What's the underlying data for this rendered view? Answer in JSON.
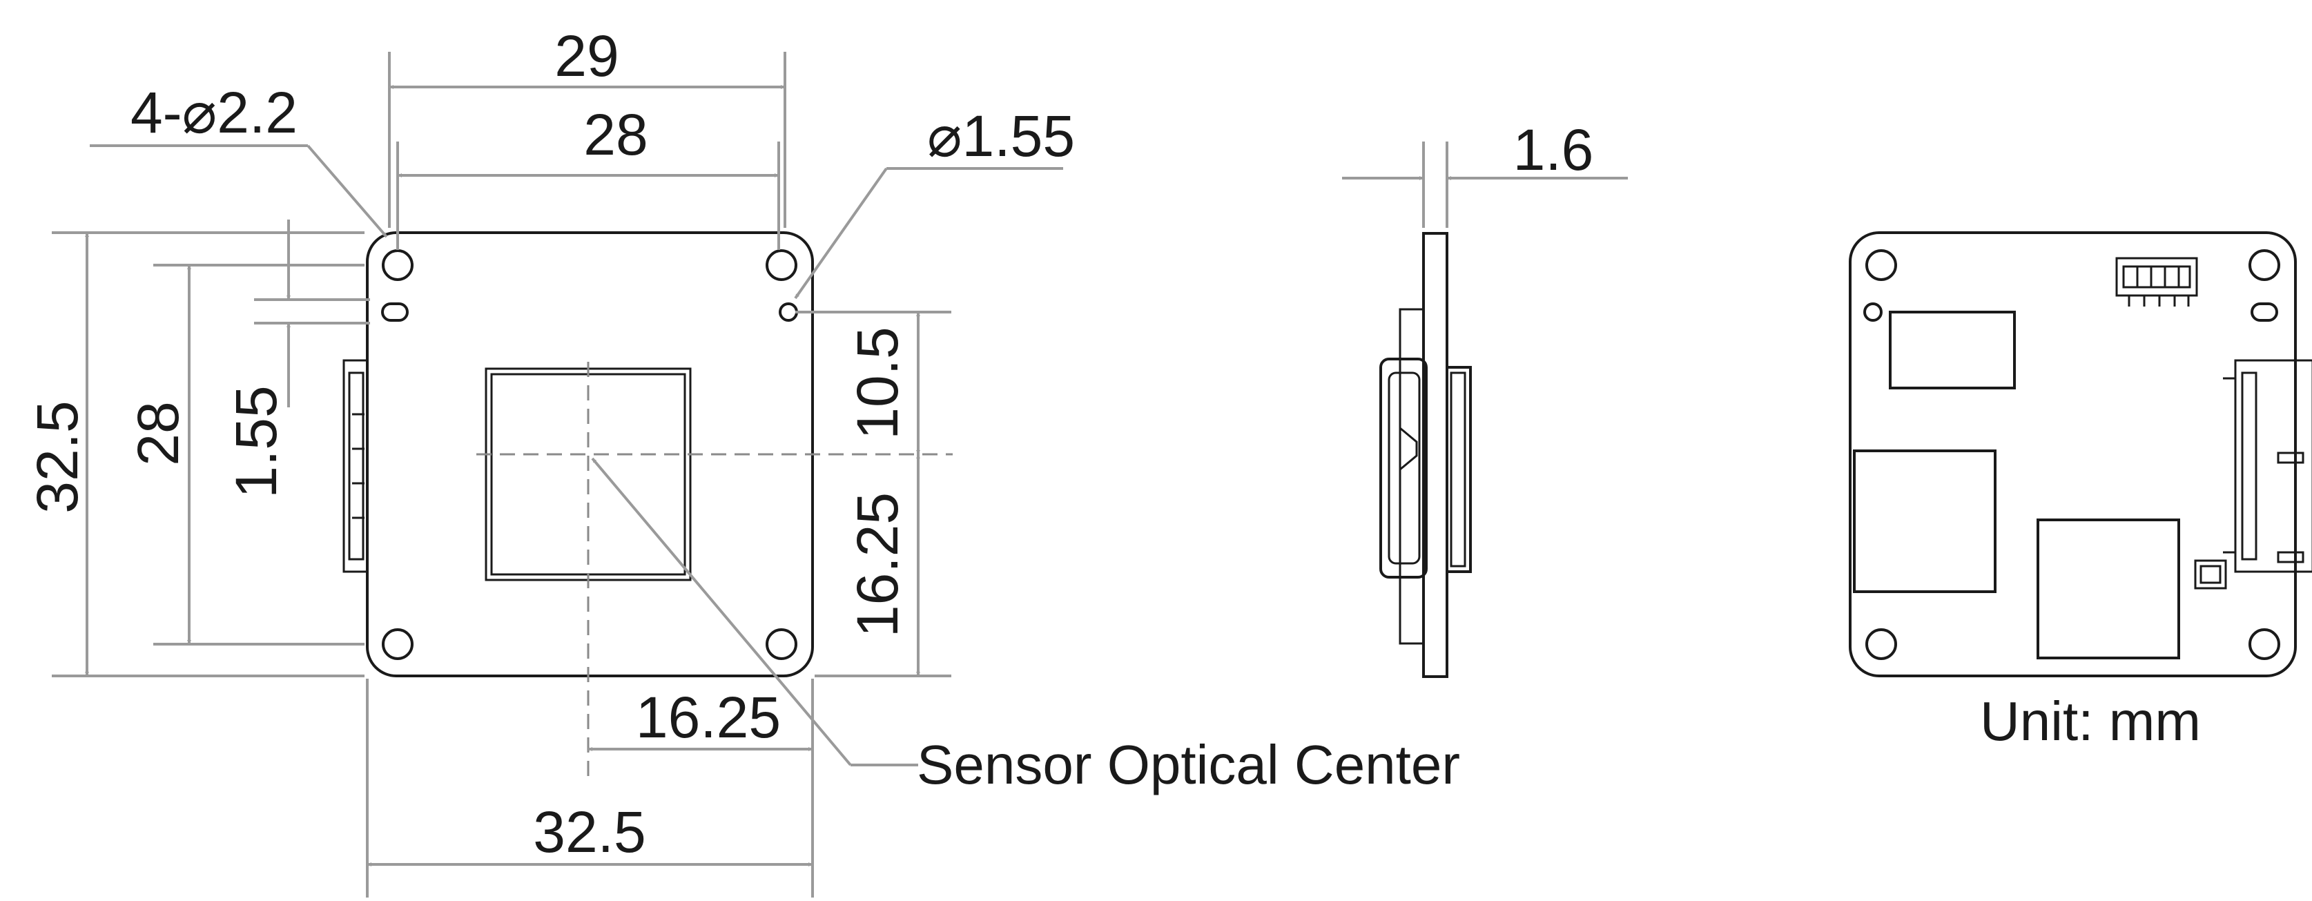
{
  "dimensions": {
    "top_outer": "29",
    "top_inner": "28",
    "mount_holes": "4-⌀2.2",
    "small_hole": "⌀1.55",
    "thickness": "1.6",
    "height_outer": "32.5",
    "height_inner": "28",
    "offset_small": "1.55",
    "optical_upper": "10.5",
    "optical_lower": "16.25",
    "optical_horizontal": "16.25",
    "width_outer": "32.5"
  },
  "labels": {
    "sensor_optical_center": "Sensor Optical Center",
    "unit": "Unit: mm"
  },
  "colors": {
    "outline": "#1a1a1a",
    "dimension": "#9a9a9a"
  }
}
